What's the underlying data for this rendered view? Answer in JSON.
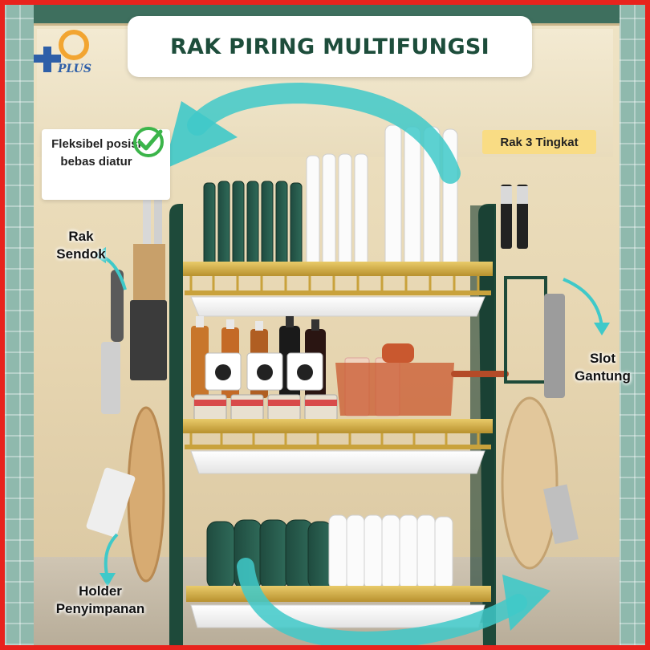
{
  "title": "RAK PIRING MULTIFUNGSI",
  "logo": {
    "text": "PLUS",
    "icon": "plus-logo-icon"
  },
  "callouts": {
    "flexible": "Fleksibel posisi bebas diatur",
    "tiers": "Rak 3 Tingkat",
    "spoon_rack": "Rak Sendok",
    "hanging_slot": "Slot Gantung",
    "storage_holder": "Holder Penyimpanan"
  },
  "colors": {
    "frame_border": "#e8231d",
    "title_text": "#1d4d3b",
    "rack_green": "#1e4a3a",
    "rack_gold": "#d6b24a",
    "arrow_teal": "#3fc9c9",
    "badge_yellow": "#f9dc84"
  },
  "icons": [
    "check-icon",
    "curved-arrow-icon",
    "plus-logo-icon"
  ]
}
